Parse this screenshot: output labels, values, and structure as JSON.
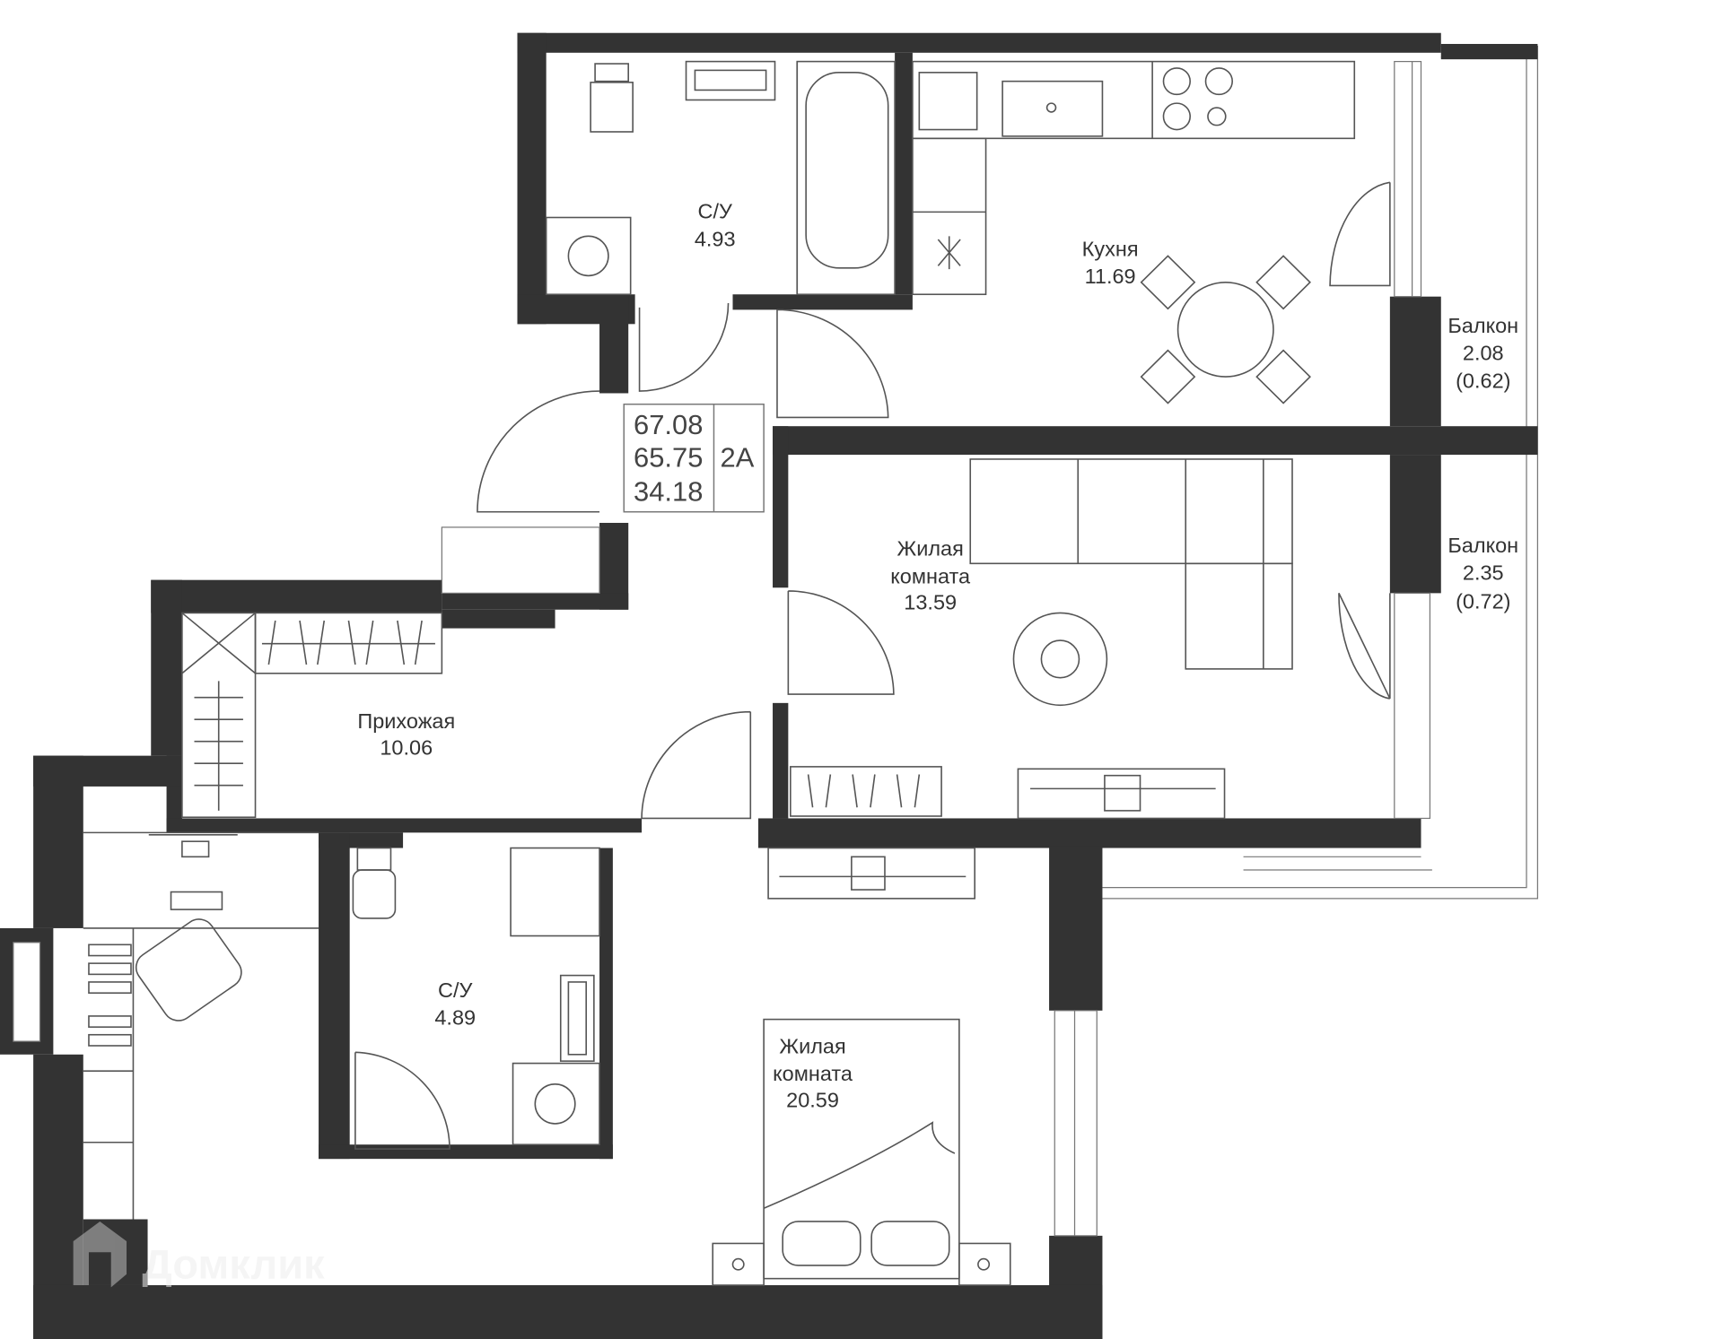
{
  "apartment": {
    "total_area": "67.08",
    "area_without_balconies": "65.75",
    "living_area": "34.18",
    "type": "2A"
  },
  "rooms": [
    {
      "name": "С/У",
      "area": "4.93"
    },
    {
      "name": "Кухня",
      "area": "11.69"
    },
    {
      "name": "Балкон",
      "area": "2.08",
      "reduced_area": "(0.62)"
    },
    {
      "name": "Жилая",
      "name2": "комната",
      "area": "13.59"
    },
    {
      "name": "Балкон",
      "area": "2.35",
      "reduced_area": "(0.72)"
    },
    {
      "name": "Прихожая",
      "area": "10.06"
    },
    {
      "name": "С/У",
      "area": "4.89"
    },
    {
      "name": "Жилая",
      "name2": "комната",
      "area": "20.59"
    }
  ],
  "watermark": "Домклик",
  "colors": {
    "wall": "#333333",
    "furniture": "#555555"
  }
}
